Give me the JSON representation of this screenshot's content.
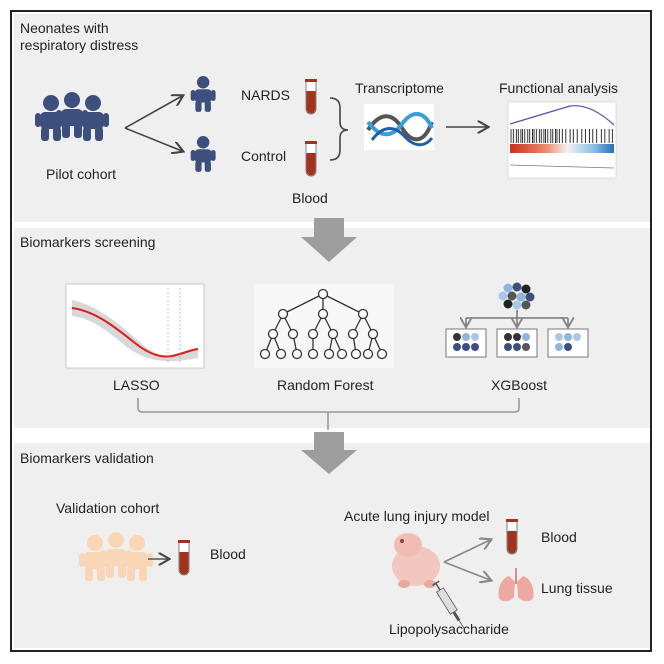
{
  "pilot": {
    "title_line1": "Neonates with",
    "title_line2": "respiratory distress",
    "cohort_label": "Pilot cohort",
    "nards_label": "NARDS",
    "control_label": "Control",
    "blood_label": "Blood",
    "transcriptome_label": "Transcriptome",
    "functional_label": "Functional analysis"
  },
  "screening": {
    "title": "Biomarkers screening",
    "methods": [
      "LASSO",
      "Random Forest",
      "XGBoost"
    ]
  },
  "validation": {
    "title": "Biomarkers validation",
    "cohort_label": "Validation cohort",
    "blood_label": "Blood",
    "model_label": "Acute lung injury model",
    "model_blood_label": "Blood",
    "lung_label": "Lung tissue",
    "lps_label": "Lipopolysaccharide"
  },
  "colors": {
    "panel_bg": "#efefef",
    "baby_dark": "#3d4f7d",
    "baby_light": "#f9d6b6",
    "tube_red": "#a5321c",
    "big_arrow": "#9d9d9d",
    "lasso_curve": "#e01c1c"
  },
  "icons": [
    "baby-group-icon",
    "baby-icon",
    "blood-tube-icon",
    "transcriptome-waves-icon",
    "enrichment-plot-icon",
    "lasso-plot-icon",
    "random-forest-tree-icon",
    "xgboost-icon",
    "mouse-pup-icon",
    "syringe-icon",
    "lung-icon"
  ]
}
